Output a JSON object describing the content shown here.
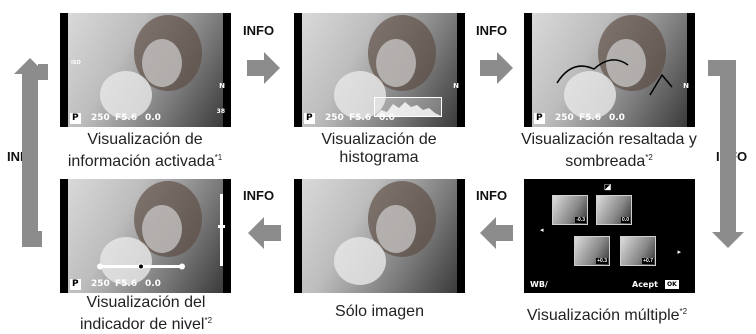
{
  "panels": [
    {
      "caption": "Visualización de\ninformación activada",
      "sup": "*1",
      "shutter": "250",
      "aperture": "F5.6",
      "ev": "0.0",
      "mode": "P"
    },
    {
      "caption": "Visualización de\nhistograma",
      "sup": "",
      "shutter": "250",
      "aperture": "F5.6",
      "ev": "0.0",
      "mode": "P"
    },
    {
      "caption": "Visualización resaltada y\nsombreada",
      "sup": "*2",
      "shutter": "250",
      "aperture": "F5.6",
      "ev": "0.0",
      "mode": "P"
    },
    {
      "caption": "Visualización del\nindicador de nivel",
      "sup": "*2",
      "shutter": "250",
      "aperture": "F5.6",
      "ev": "0.0",
      "mode": "P"
    },
    {
      "caption": "Sólo imagen",
      "sup": "",
      "shutter": "",
      "aperture": "",
      "ev": "",
      "mode": ""
    },
    {
      "caption": "Visualización múltiple",
      "sup": "*2",
      "wb_label": "WB/",
      "accept_label": "Acept",
      "ok_label": "OK",
      "thumb_values": [
        "-0.3",
        "0.0",
        "+0.3",
        "+0.7"
      ]
    }
  ],
  "info_label": "INFO",
  "side_info_label": "INFO",
  "colors": {
    "arrow": "#8c8c8c",
    "panel_bg": "#000000",
    "text": "#222222"
  }
}
